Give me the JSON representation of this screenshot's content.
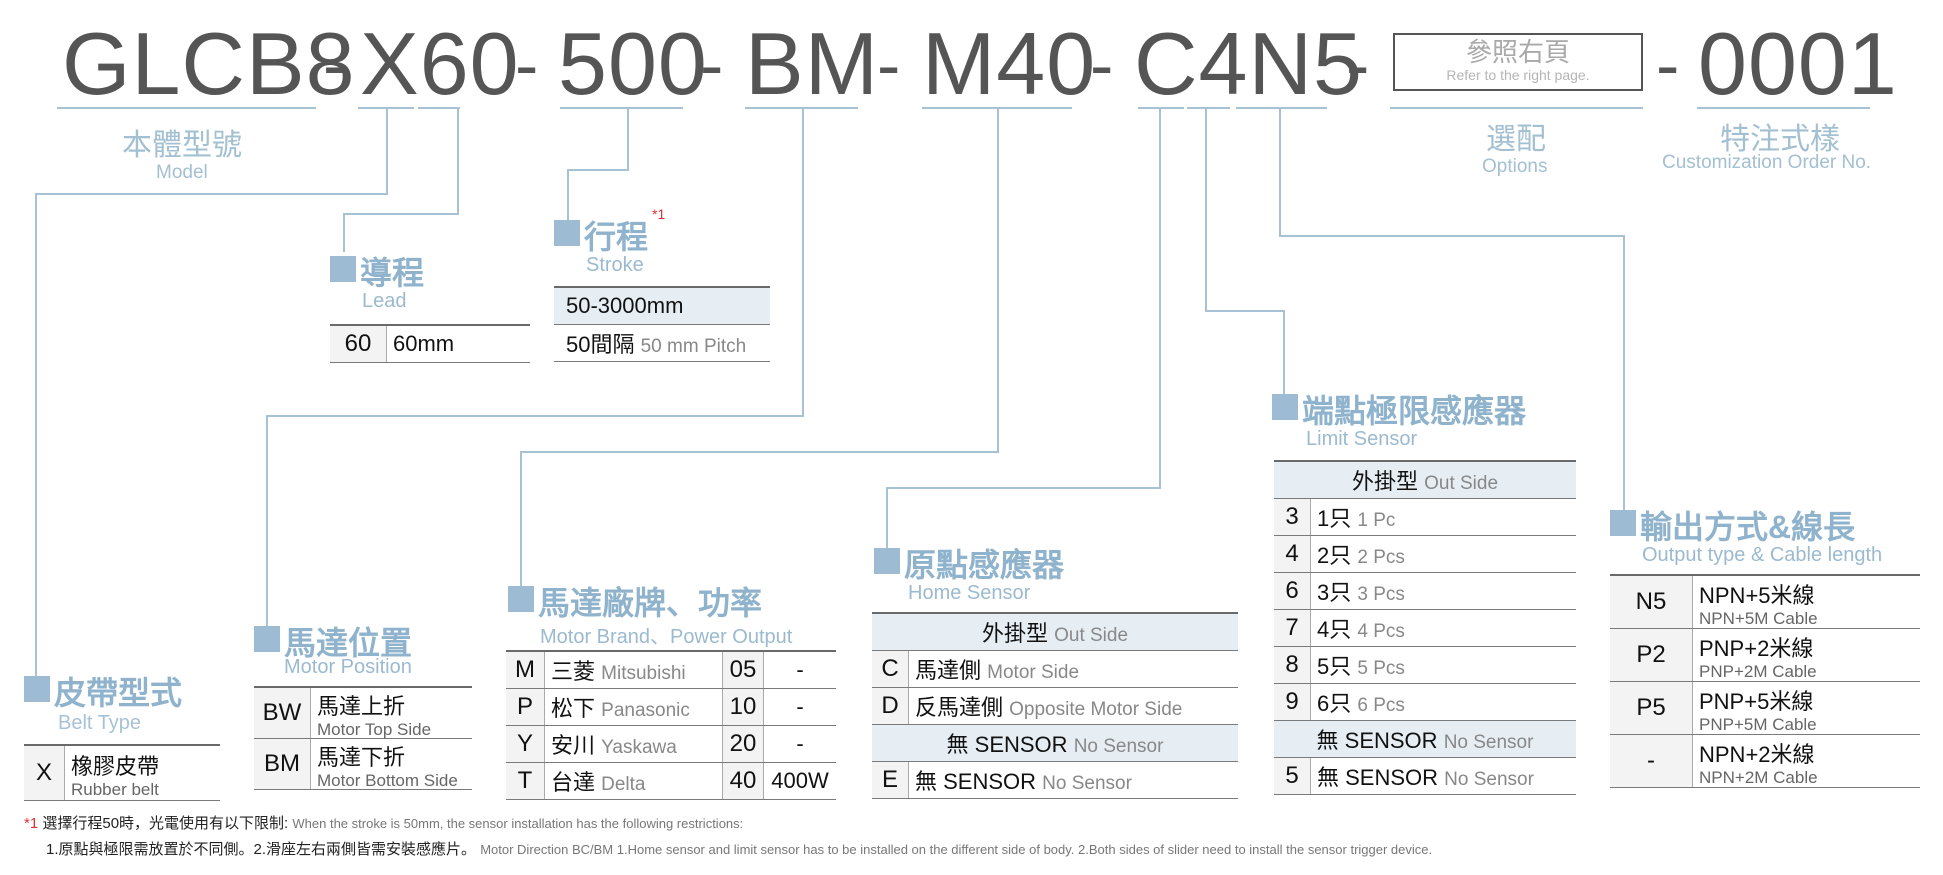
{
  "code": {
    "model": "GLCB8",
    "lead": "X60",
    "stroke": "500",
    "motor_pos": "BM",
    "motor": "M40",
    "sensors": "C4N5",
    "options_zh": "參照右頁",
    "options_en": "Refer to the right page.",
    "custom": "0001",
    "dash": "-"
  },
  "labels": {
    "model_zh": "本體型號",
    "model_en": "Model",
    "options_zh": "選配",
    "options_en": "Options",
    "custom_zh": "特注式樣",
    "custom_en": "Customization Order No."
  },
  "lead": {
    "title": "導程",
    "sub": "Lead",
    "rows": [
      [
        "60",
        "60mm"
      ]
    ]
  },
  "stroke": {
    "title": "行程",
    "mark": "*1",
    "sub": "Stroke",
    "row1": "50-3000mm",
    "row2_zh": "50間隔",
    "row2_en": "50 mm Pitch"
  },
  "belt": {
    "title": "皮帶型式",
    "sub": "Belt Type",
    "key": "X",
    "zh": "橡膠皮帶",
    "en": "Rubber belt"
  },
  "motor_pos": {
    "title": "馬達位置",
    "sub": "Motor Position",
    "rows": [
      {
        "key": "BW",
        "zh": "馬達上折",
        "en": "Motor Top Side"
      },
      {
        "key": "BM",
        "zh": "馬達下折",
        "en": "Motor Bottom Side"
      }
    ]
  },
  "motor": {
    "title": "馬達廠牌、功率",
    "sub": "Motor Brand、Power Output",
    "rows": [
      {
        "key": "M",
        "zh": "三菱",
        "en": "Mitsubishi",
        "code": "05",
        "power": "-"
      },
      {
        "key": "P",
        "zh": "松下",
        "en": "Panasonic",
        "code": "10",
        "power": "-"
      },
      {
        "key": "Y",
        "zh": "安川",
        "en": "Yaskawa",
        "code": "20",
        "power": "-"
      },
      {
        "key": "T",
        "zh": "台達",
        "en": "Delta",
        "code": "40",
        "power": "400W"
      }
    ]
  },
  "home": {
    "title": "原點感應器",
    "sub": "Home Sensor",
    "hdr_zh": "外掛型",
    "hdr_en": "Out Side",
    "rows": [
      {
        "key": "C",
        "zh": "馬達側",
        "en": "Motor Side"
      },
      {
        "key": "D",
        "zh": "反馬達側",
        "en": "Opposite Motor Side"
      }
    ],
    "none_hdr_zh": "無 SENSOR",
    "none_hdr_en": "No Sensor",
    "none_row": {
      "key": "E",
      "zh": "無 SENSOR",
      "en": "No Sensor"
    }
  },
  "limit": {
    "title": "端點極限感應器",
    "sub": "Limit Sensor",
    "hdr_zh": "外掛型",
    "hdr_en": "Out Side",
    "rows": [
      {
        "key": "3",
        "zh": "1只",
        "en": "1 Pc"
      },
      {
        "key": "4",
        "zh": "2只",
        "en": "2 Pcs"
      },
      {
        "key": "6",
        "zh": "3只",
        "en": "3 Pcs"
      },
      {
        "key": "7",
        "zh": "4只",
        "en": "4 Pcs"
      },
      {
        "key": "8",
        "zh": "5只",
        "en": "5 Pcs"
      },
      {
        "key": "9",
        "zh": "6只",
        "en": "6 Pcs"
      }
    ],
    "none_hdr_zh": "無 SENSOR",
    "none_hdr_en": "No Sensor",
    "none_row": {
      "key": "5",
      "zh": "無 SENSOR",
      "en": "No Sensor"
    }
  },
  "output": {
    "title": "輸出方式&線長",
    "sub": "Output type & Cable length",
    "rows": [
      {
        "key": "N5",
        "zh": "NPN+5米線",
        "en": "NPN+5M Cable"
      },
      {
        "key": "P2",
        "zh": "PNP+2米線",
        "en": "PNP+2M Cable"
      },
      {
        "key": "P5",
        "zh": "PNP+5米線",
        "en": "PNP+5M Cable"
      },
      {
        "key": "-",
        "zh": "NPN+2米線",
        "en": "NPN+2M Cable"
      }
    ]
  },
  "notes": {
    "mark": "*1",
    "line1_zh": "選擇行程50時，光電使用有以下限制:",
    "line1_en": "When the stroke is 50mm, the sensor installation has  the following restrictions:",
    "line2_zh": "1.原點與極限需放置於不同側。2.滑座左右兩側皆需安裝感應片。",
    "line2_en": "Motor Direction BC/BM 1.Home sensor and limit sensor has to be installed on the different side of body.  2.Both sides of slider need to install the sensor trigger device."
  },
  "colors": {
    "accent": "#9dbcd4",
    "line": "#a3bfd2",
    "code": "#555555",
    "note_mark": "#dd3333"
  }
}
